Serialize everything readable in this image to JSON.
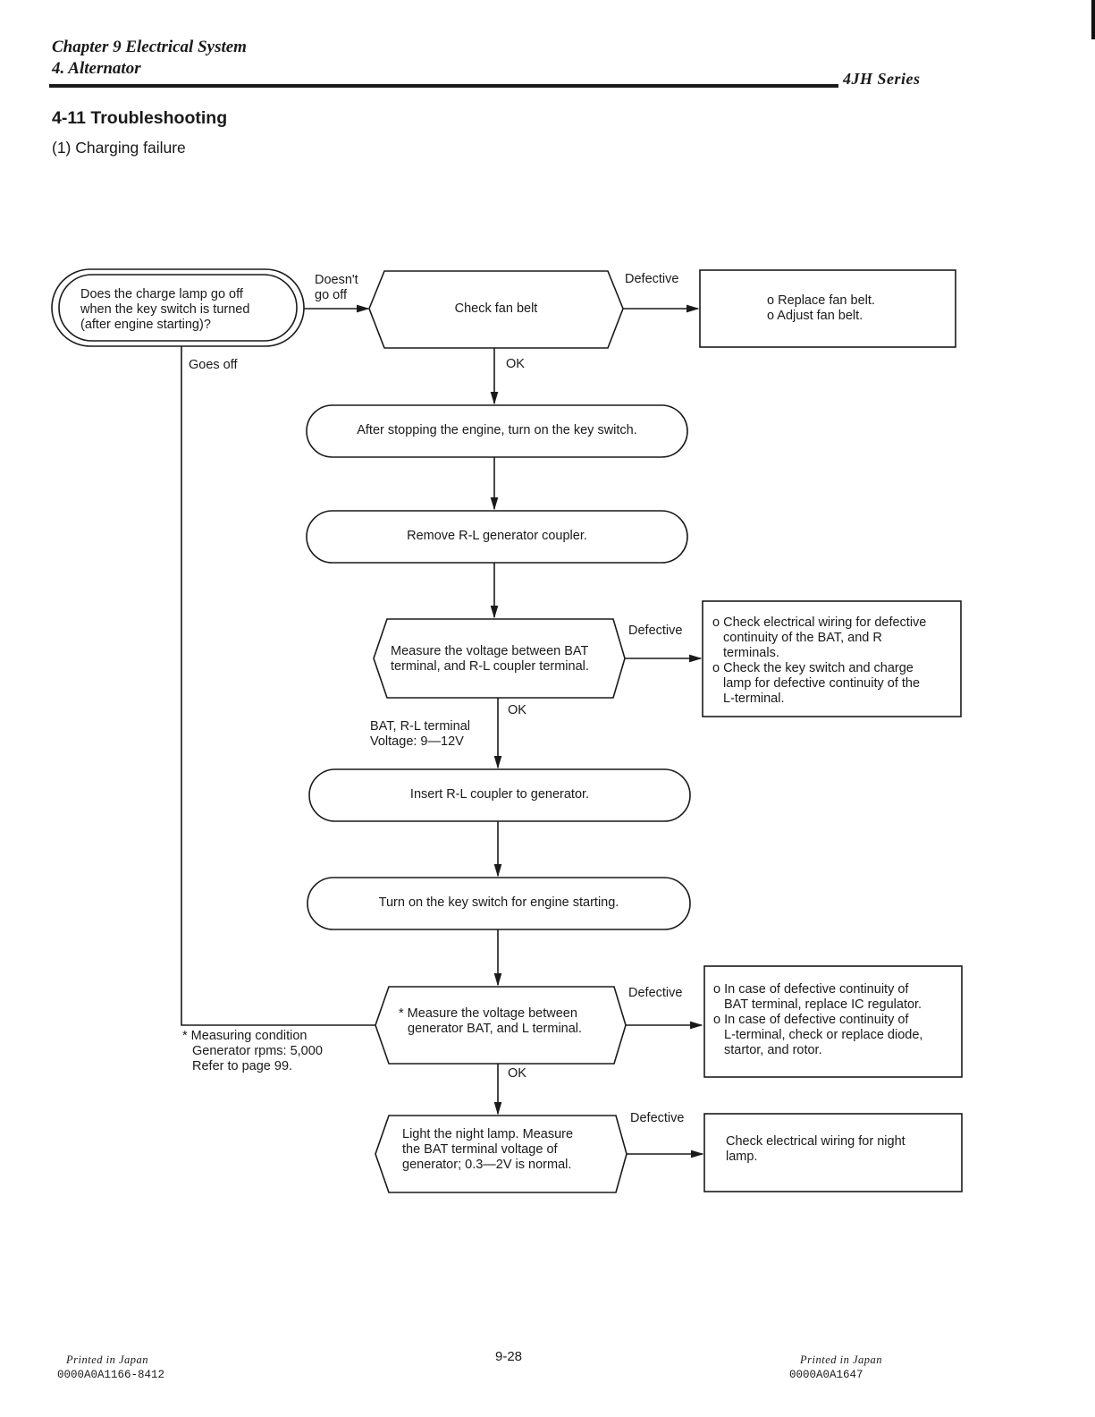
{
  "header": {
    "chapter": "Chapter 9 Electrical System",
    "section": "4. Alternator",
    "series": "4JH  Series"
  },
  "section_title": "4-11 Troubleshooting",
  "subsection": "(1) Charging failure",
  "flow": {
    "start": [
      "Does the charge lamp go off",
      "when the key switch is turned",
      "(after engine starting)?"
    ],
    "doesnt_go_off": [
      "Doesn't",
      "go off"
    ],
    "goes_off": "Goes off",
    "fan_belt": "Check fan belt",
    "fan_defective": "Defective",
    "fan_action": [
      "o Replace fan belt.",
      "o Adjust fan belt."
    ],
    "ok1": "OK",
    "step1": "After stopping the engine, turn on the key switch.",
    "step2": "Remove R-L generator coupler.",
    "measure1": [
      "Measure the voltage between BAT",
      "terminal, and R-L coupler terminal."
    ],
    "measure1_defective": "Defective",
    "measure1_action": [
      "o Check electrical wiring for defective",
      "continuity of the BAT, and R",
      "terminals.",
      "o Check the key switch and charge",
      "lamp for defective continuity of the",
      "L-terminal."
    ],
    "ok2": "OK",
    "voltage_note": [
      "BAT, R-L terminal",
      "Voltage: 9—12V"
    ],
    "step3": "Insert R-L coupler to generator.",
    "step4": "Turn on the key switch for engine starting.",
    "measure2": [
      "* Measure the voltage between",
      "generator BAT, and L terminal."
    ],
    "measure2_defective": "Defective",
    "measure2_action": [
      "o In case of defective continuity of",
      "BAT terminal, replace IC regulator.",
      "o In case of defective continuity of",
      "L-terminal, check or replace diode,",
      "startor, and rotor."
    ],
    "condition_note": [
      "* Measuring condition",
      "Generator rpms: 5,000",
      "Refer to page 99."
    ],
    "ok3": "OK",
    "measure3": [
      "Light the night lamp. Measure",
      "the BAT terminal voltage of",
      "generator; 0.3—2V is normal."
    ],
    "measure3_defective": "Defective",
    "measure3_action": [
      "Check electrical wiring for night",
      "lamp."
    ]
  },
  "footer": {
    "left_printed": "Printed in Japan",
    "left_code": "0000A0A1166-8412",
    "page": "9-28",
    "right_printed": "Printed in Japan",
    "right_code": "0000A0A1647"
  }
}
